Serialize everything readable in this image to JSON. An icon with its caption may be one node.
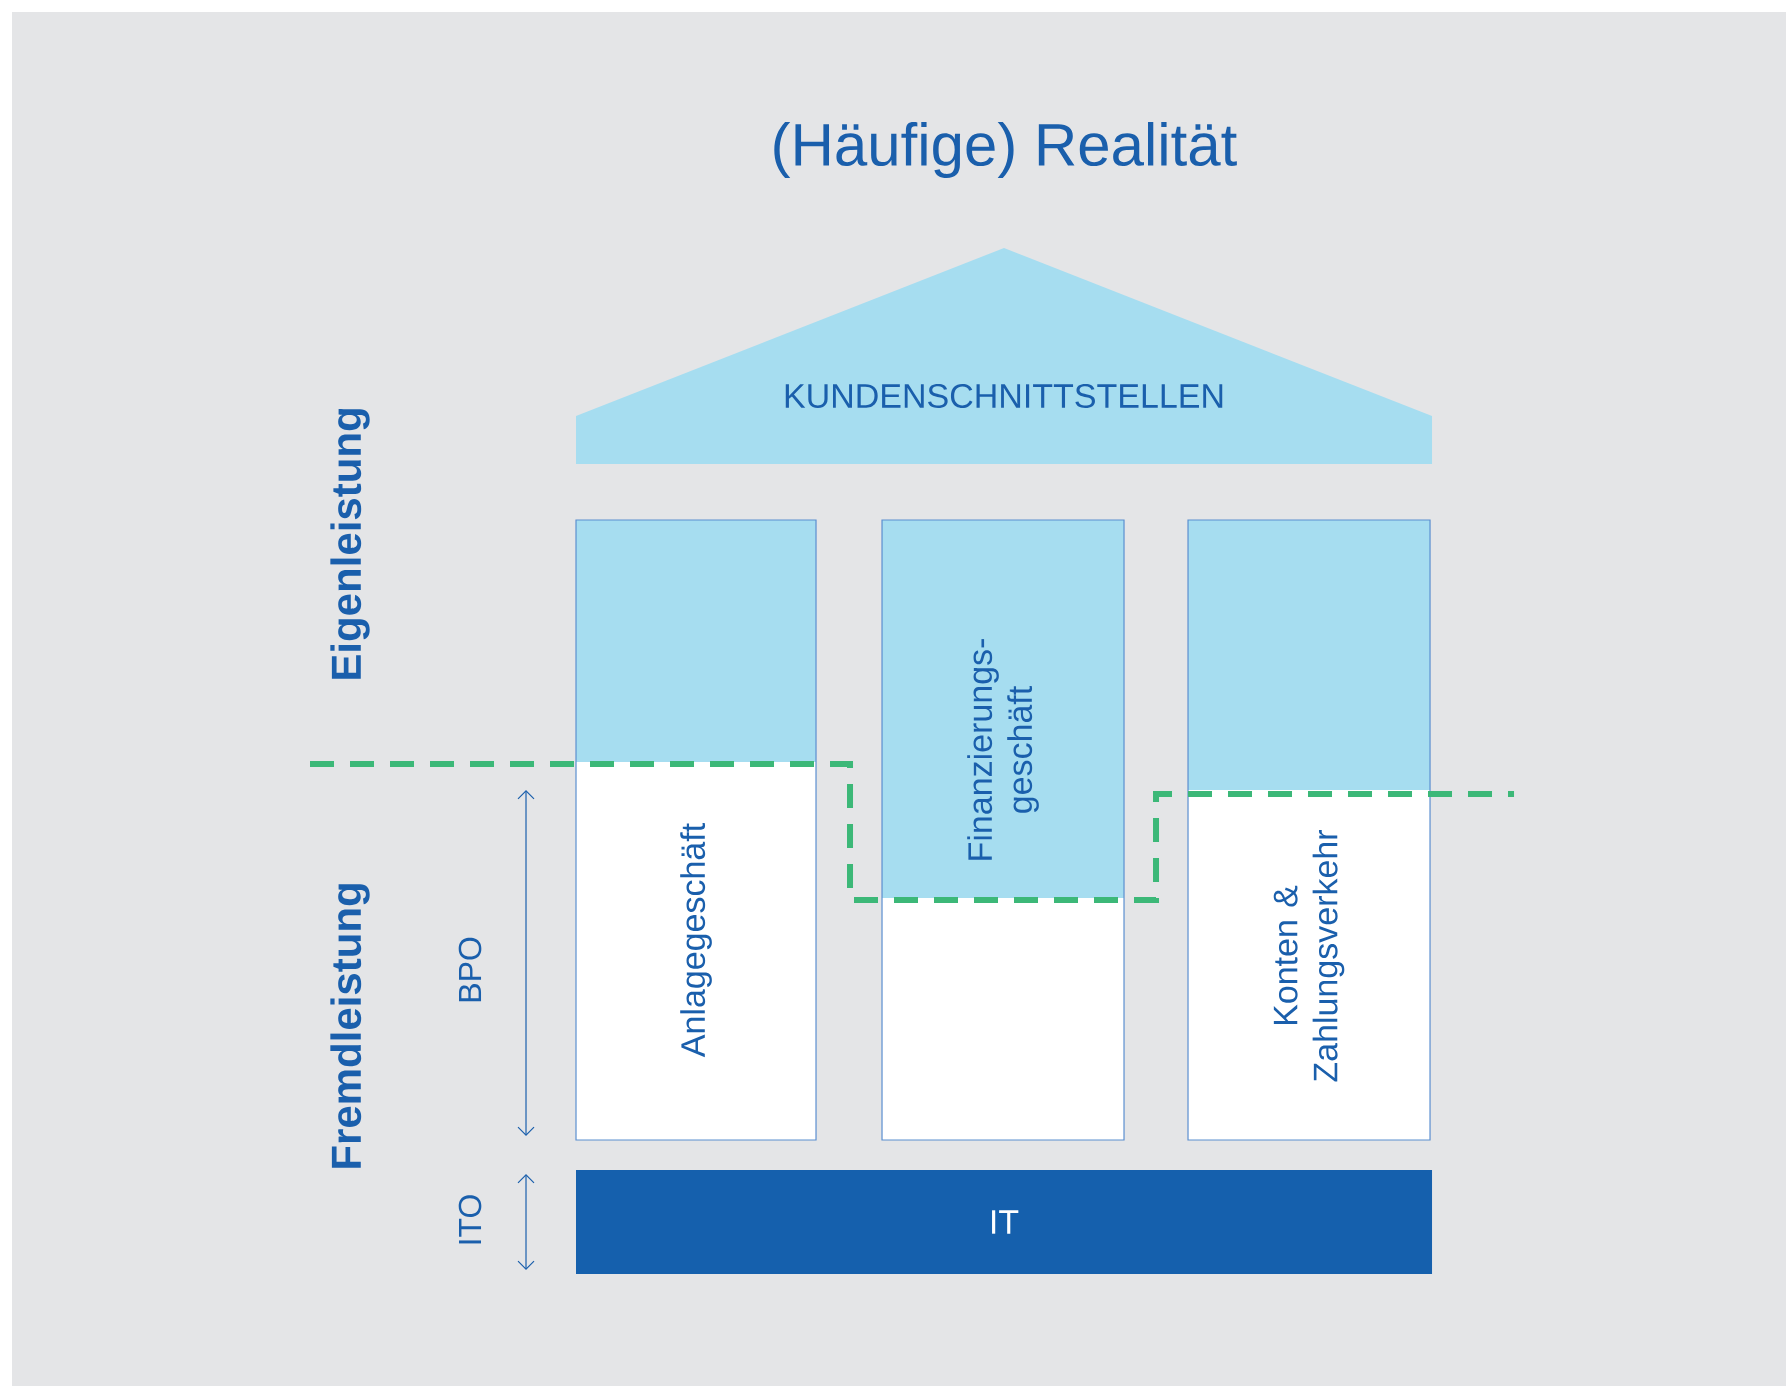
{
  "diagram": {
    "title": "(Häufige) Realität",
    "nodes": [
      {
        "text": [
          "KUNDENSCHNITTSTELLEN"
        ]
      },
      {
        "text": [
          "Anlagegeschäft"
        ]
      },
      {
        "text": [
          "Finanzierungs- geschäft"
        ]
      },
      {
        "text": [
          "Konten & Zahlungsverkehr"
        ]
      },
      {
        "text": [
          "IT"
        ]
      }
    ],
    "labels": [
      "Eigenleistung",
      "Fremdleistung",
      "BPO",
      "ITO"
    ]
  }
}
